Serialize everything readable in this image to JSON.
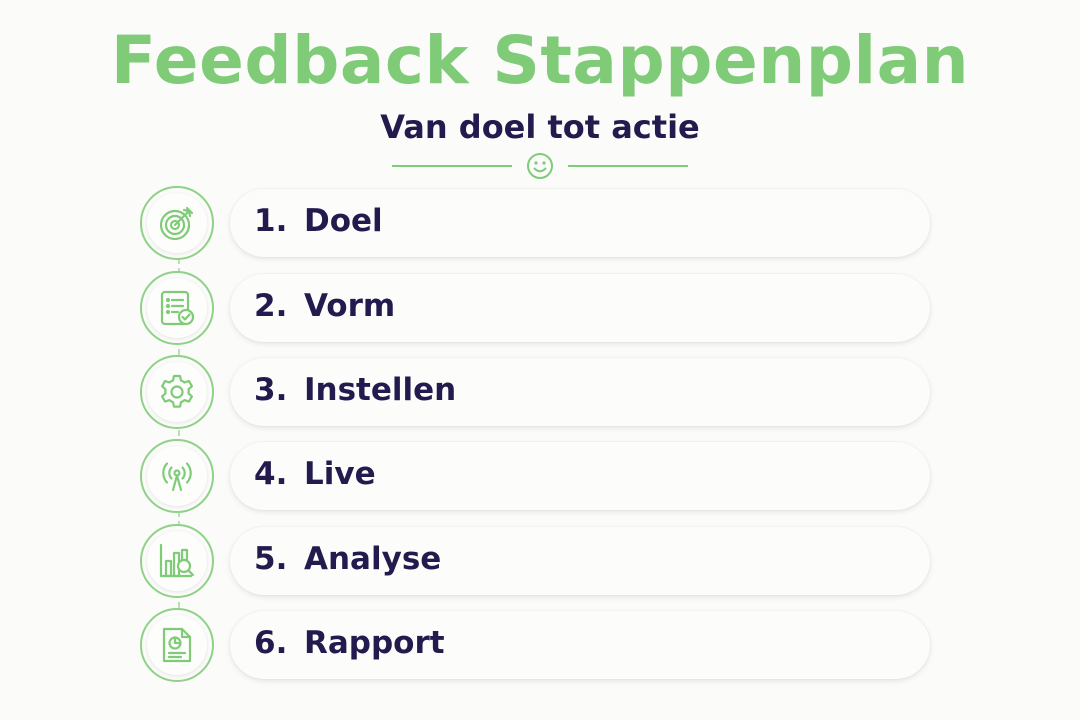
{
  "header": {
    "title": "Feedback Stappenplan",
    "subtitle": "Van doel tot actie"
  },
  "colors": {
    "accent": "#7fcb78",
    "text": "#231a4d",
    "background": "#fbfbfa"
  },
  "steps": [
    {
      "number": "1.",
      "label": "Doel",
      "icon": "target-icon"
    },
    {
      "number": "2.",
      "label": "Vorm",
      "icon": "checklist-icon"
    },
    {
      "number": "3.",
      "label": "Instellen",
      "icon": "gear-icon"
    },
    {
      "number": "4.",
      "label": "Live",
      "icon": "broadcast-icon"
    },
    {
      "number": "5.",
      "label": "Analyse",
      "icon": "chart-search-icon"
    },
    {
      "number": "6.",
      "label": "Rapport",
      "icon": "report-icon"
    }
  ]
}
